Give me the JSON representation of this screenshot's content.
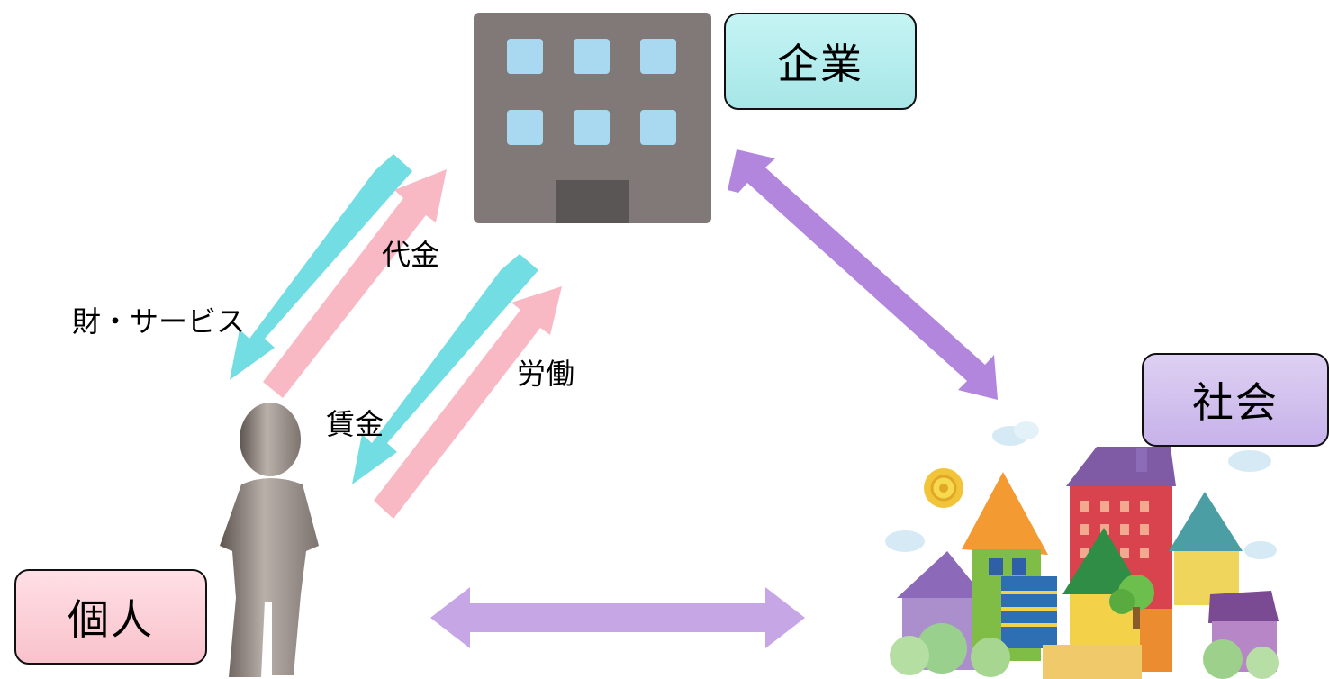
{
  "nodes": {
    "company": {
      "label": "企業"
    },
    "society": {
      "label": "社会"
    },
    "individual": {
      "label": "個人"
    }
  },
  "flows": {
    "payment": "代金",
    "goods_services": "財・サービス",
    "labor": "労働",
    "wages": "賃金"
  },
  "colors": {
    "company_box": "#aee9ea",
    "society_box": "#cbb6ec",
    "individual_box": "#fbcad2",
    "flow_cyan": "#72dde3",
    "flow_pink": "#f9b9c4",
    "link_purple": "#b386de",
    "link_lavender": "#c7a6e6",
    "building_wall": "#817977",
    "building_window": "#a9d8f1"
  }
}
